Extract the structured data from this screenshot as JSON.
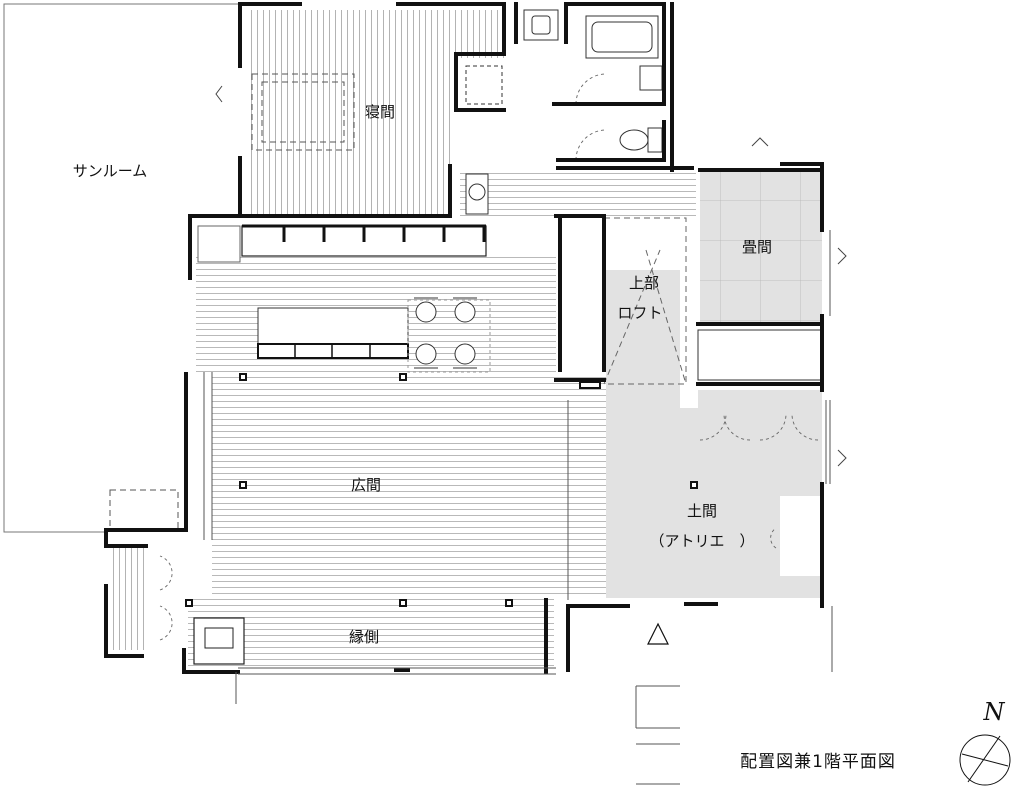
{
  "title": "配置図兼1階平面図",
  "rooms": {
    "sunroom": "サンルーム",
    "bedroom": "寝間",
    "tatami": "畳間",
    "loft_line1": "上部",
    "loft_line2": "ロフト",
    "living": "広間",
    "doma_line1": "土間",
    "doma_line2": "（アトリエ　）",
    "engawa": "縁側"
  },
  "north": "N",
  "colors": {
    "wall": "#111111",
    "floor_line": "#9a9a9a",
    "shade": "#e2e2e2",
    "dash": "#555555"
  }
}
